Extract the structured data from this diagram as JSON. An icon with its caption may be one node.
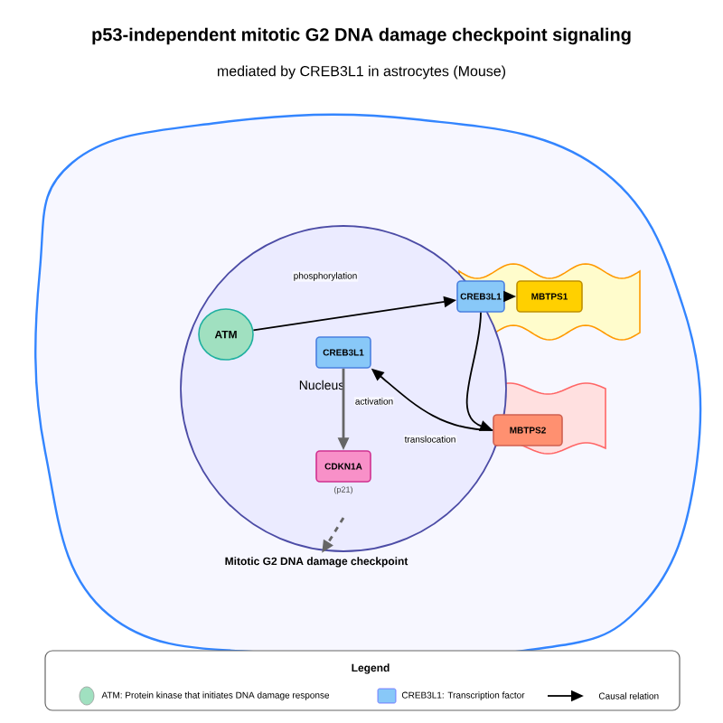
{
  "diagram": {
    "title": "p53-independent mitotic G2 DNA damage checkpoint signaling",
    "caption": "mediated by CREB3L1 in astrocytes (Mouse)",
    "nodes": [
      {
        "text": [
          "Nucleus"
        ]
      },
      {
        "text": [
          "ATM"
        ],
        "in": 0
      },
      {
        "text": [
          "CREB3L1"
        ],
        "in": 0
      },
      {
        "text": [
          "CDKN1A"
        ],
        "beside": [
          "(p21)"
        ],
        "in": 0
      },
      {
        "text": [
          "CREB3L1"
        ]
      },
      {
        "text": [
          "MBTPS1"
        ]
      },
      {
        "text": [
          "MBTPS2"
        ]
      },
      {
        "text": [
          "Mitotic G2 DNA damage checkpoint"
        ]
      }
    ],
    "edges": [
      {
        "from": 1,
        "to": 4,
        "arrow": "to",
        "label": "phosphorylation"
      },
      {
        "from": 4,
        "to": 5,
        "arrow": "to"
      },
      {
        "from": 4,
        "to": 6,
        "arrow": "to"
      },
      {
        "from": 6,
        "to": 2,
        "arrow": "to",
        "label": "translocation"
      },
      {
        "from": 2,
        "to": 3,
        "arrow": "to",
        "label": "activation",
        "color": "#666666"
      },
      {
        "from": 3,
        "to": 7,
        "arrow": "to",
        "style": "dashed",
        "color": "#666666"
      }
    ],
    "labels": [
      "Legend"
    ],
    "legend": [
      {
        "text": "ATM: Protein kinase that initiates DNA damage response",
        "color": "#a0e0c0"
      },
      {
        "text": "CREB3L1: Transcription factor",
        "color": "#88c8f8"
      },
      {
        "text": "Causal relation"
      }
    ]
  }
}
